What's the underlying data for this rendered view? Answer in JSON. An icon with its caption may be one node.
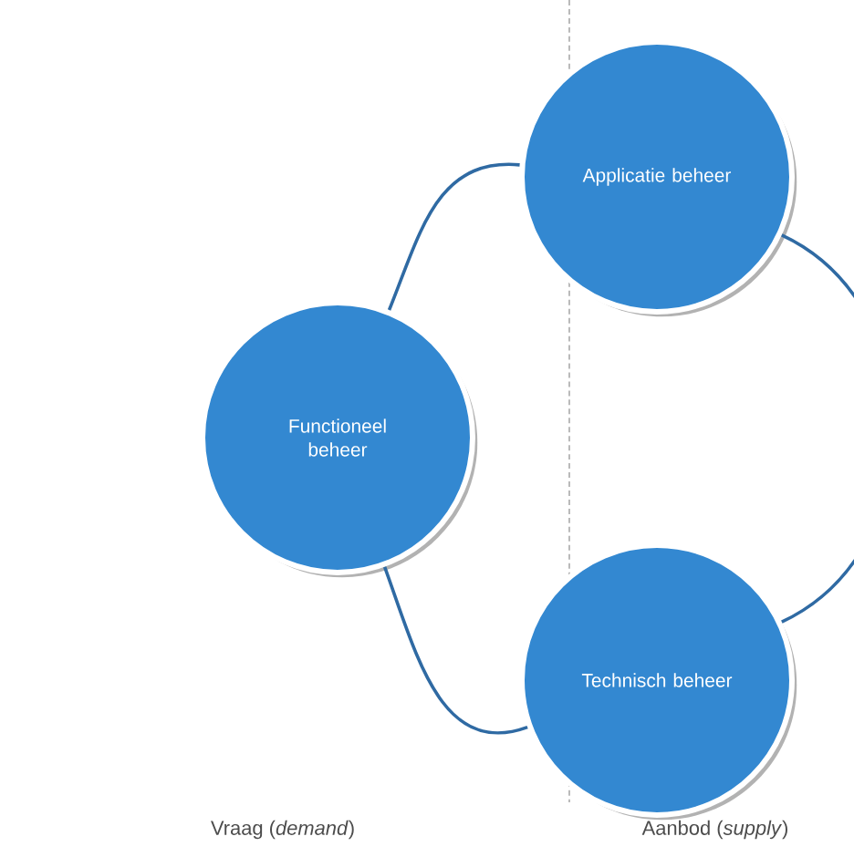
{
  "diagram": {
    "nodes": [
      {
        "text": [
          "Functioneel beheer"
        ]
      },
      {
        "text": [
          "Applicatie beheer"
        ]
      },
      {
        "text": [
          "Technisch beheer"
        ]
      }
    ],
    "edges": [
      {
        "from": 0,
        "to": 1,
        "arrow": "none"
      },
      {
        "from": 1,
        "to": 2,
        "arrow": "none"
      },
      {
        "from": 2,
        "to": 0,
        "arrow": "none"
      }
    ],
    "labels": [
      "Vraag (*demand*)",
      "Aanbod (*supply*)"
    ]
  }
}
